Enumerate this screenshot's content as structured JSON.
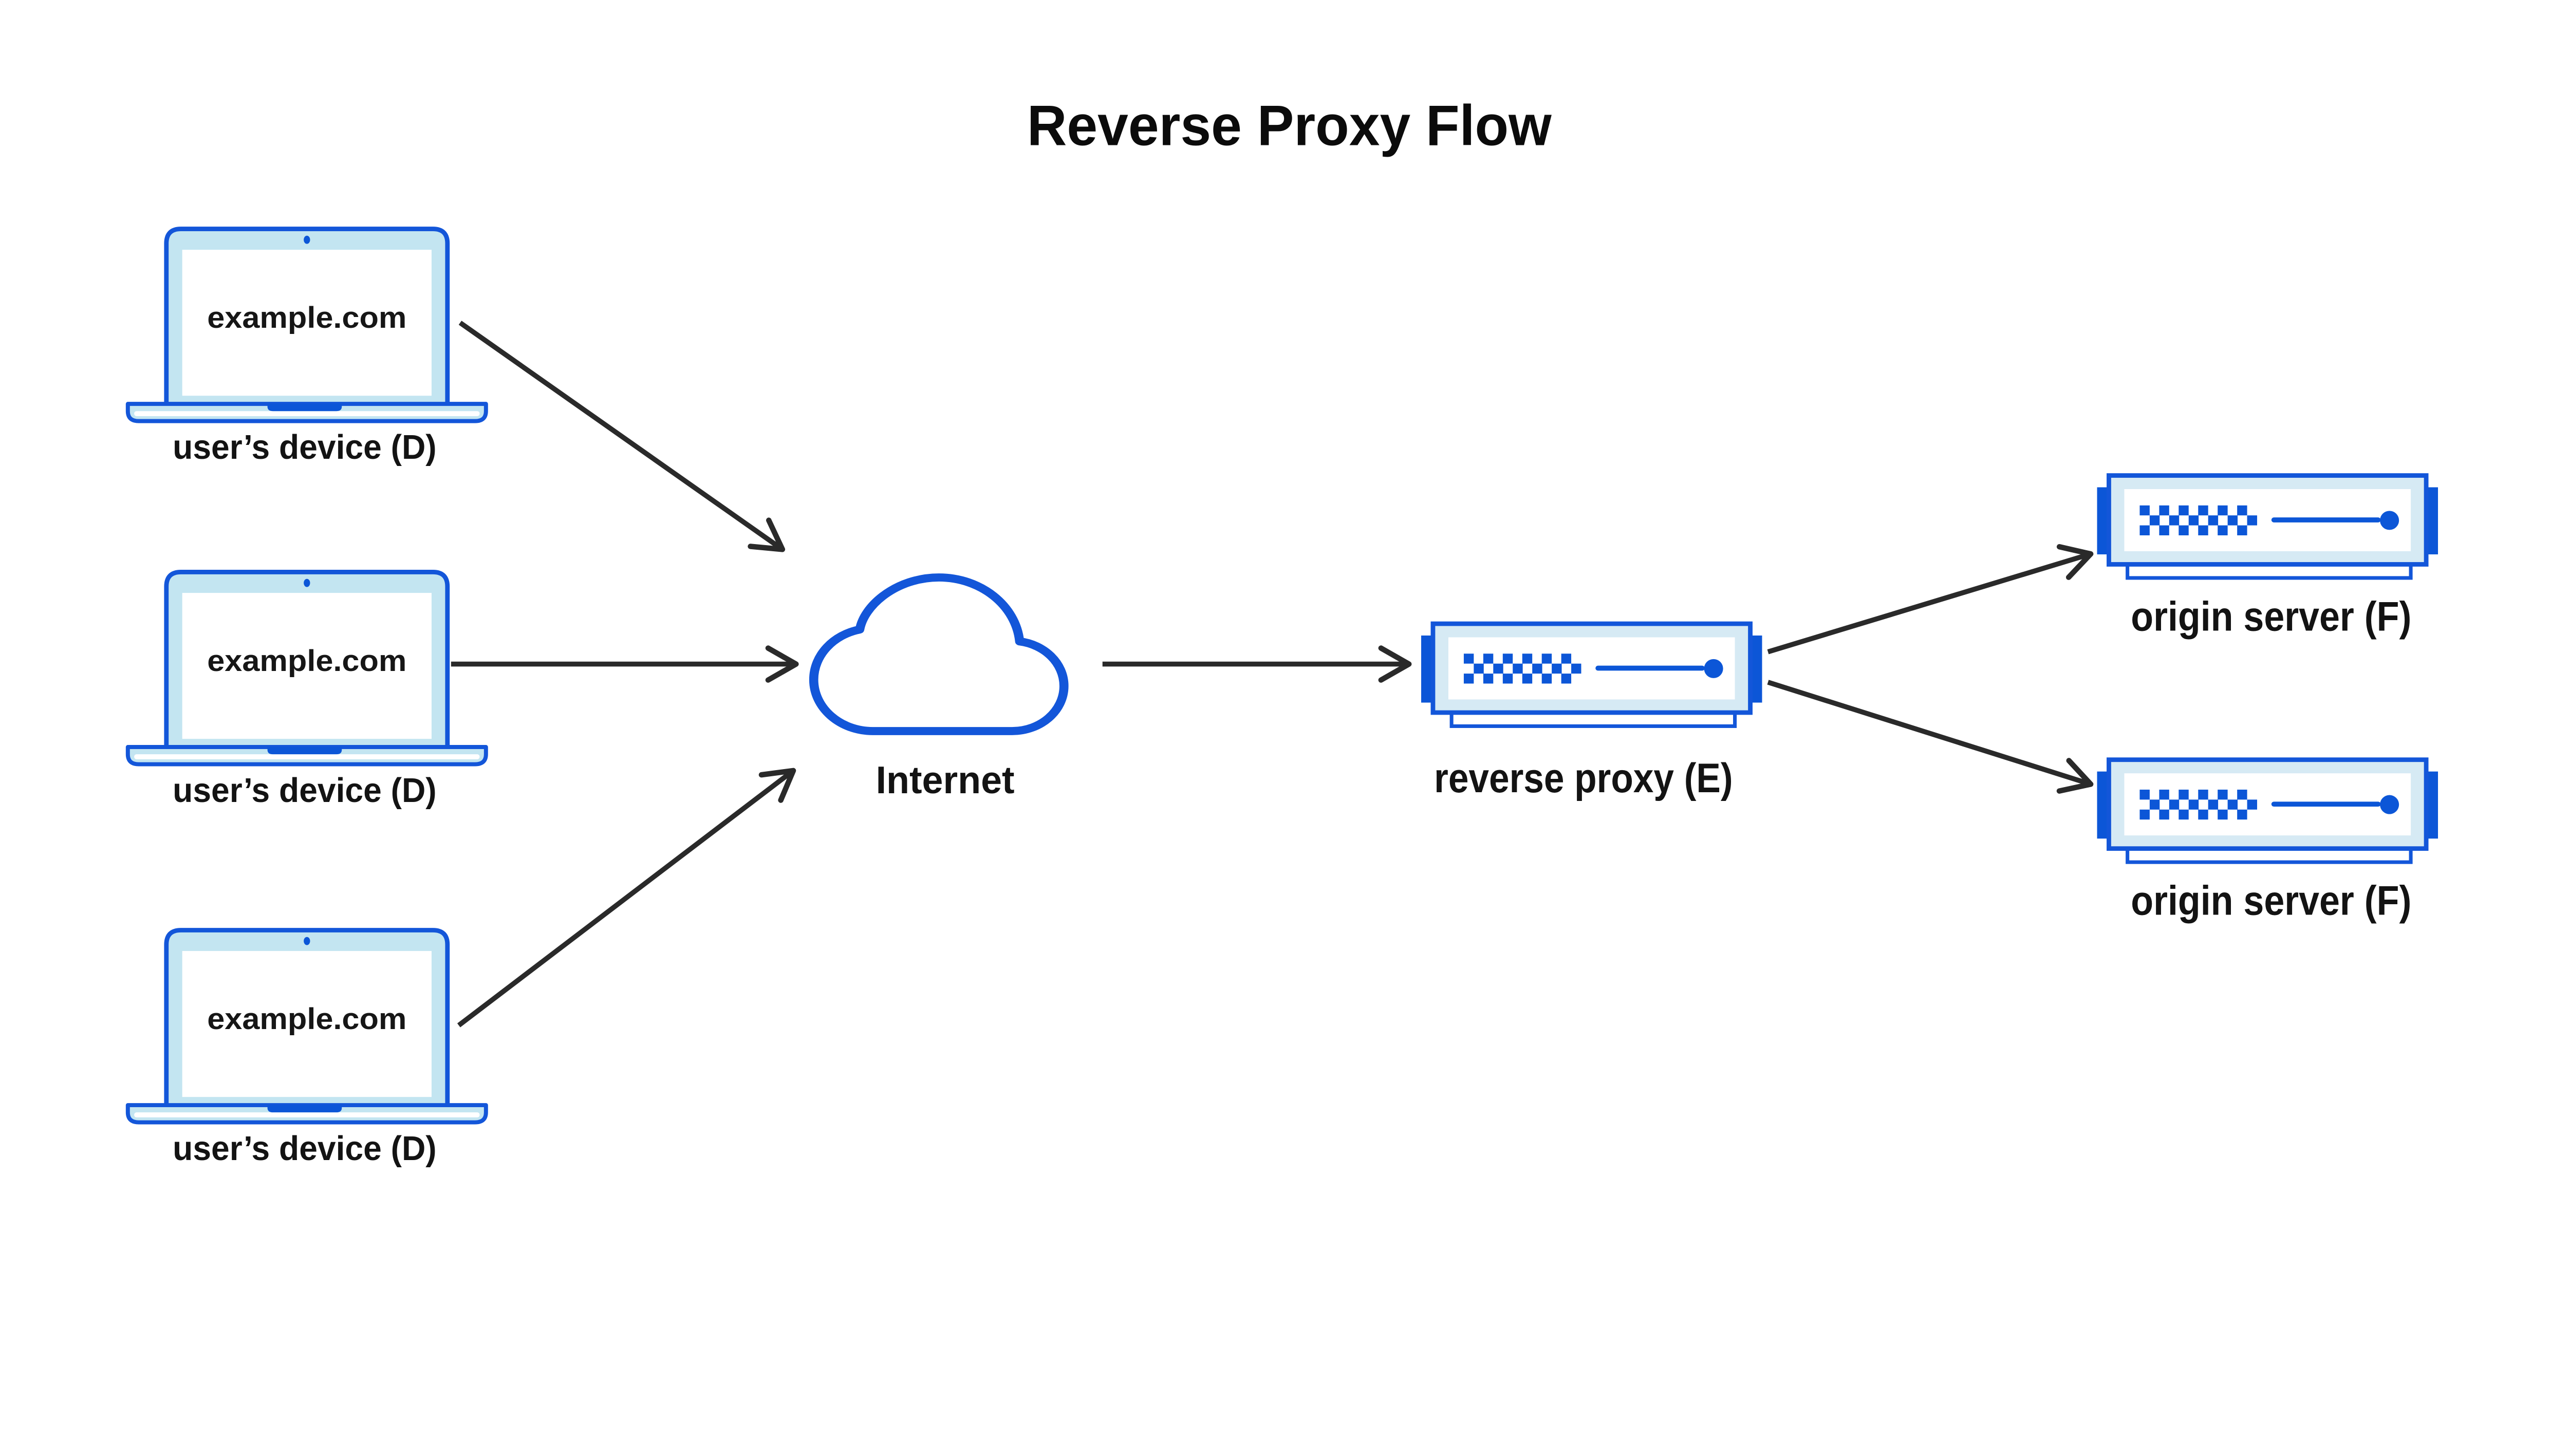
{
  "diagram": {
    "title": "Reverse Proxy Flow",
    "devices": [
      {
        "screen_text": "example.com",
        "label": "user’s device (D)"
      },
      {
        "screen_text": "example.com",
        "label": "user’s device (D)"
      },
      {
        "screen_text": "example.com",
        "label": "user’s device (D)"
      }
    ],
    "internet": {
      "label": "Internet"
    },
    "reverse_proxy": {
      "label": "reverse proxy (E)"
    },
    "origin_servers": [
      {
        "label": "origin server (F)"
      },
      {
        "label": "origin server (F)"
      }
    ],
    "colors": {
      "stroke_blue": "#1356d9",
      "solid_blue": "#0c56d7",
      "laptop_fill": "#c3e5f1",
      "server_fill": "#d6eaf4",
      "screen_white": "#ffffff",
      "arrow": "#2a2a2a",
      "text": "#131313",
      "background": "#ffffff"
    }
  }
}
